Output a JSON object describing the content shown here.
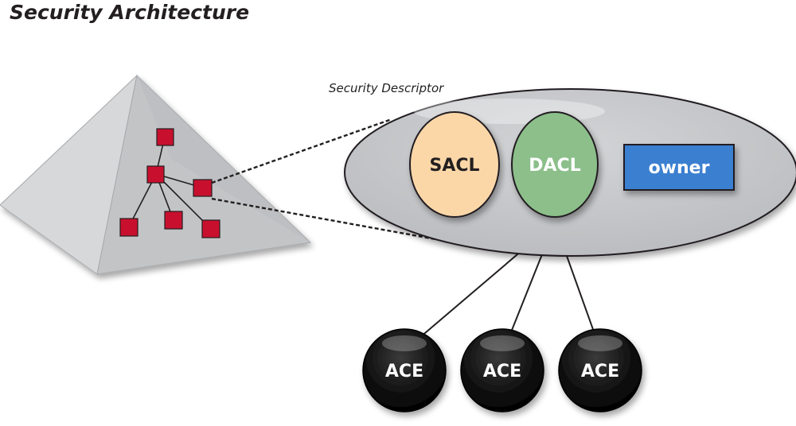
{
  "title": "Security Architecture",
  "descriptor": {
    "caption": "Security Descriptor",
    "sacl_label": "SACL",
    "dacl_label": "DACL",
    "owner_label": "owner"
  },
  "aces": [
    {
      "label": "ACE"
    },
    {
      "label": "ACE"
    },
    {
      "label": "ACE"
    }
  ],
  "colors": {
    "pyramid_light": "#d7d8da",
    "pyramid_mid": "#bcbec0",
    "pyramid_dark": "#a7a9ac",
    "node_red": "#c8102e",
    "descriptor_fill": "#c4c6c8",
    "sacl_fill": "#fbd7a8",
    "dacl_fill": "#8cbf8a",
    "owner_fill": "#3b7fd0",
    "ace_fill": "#111111",
    "text_dark": "#231f20",
    "text_light": "#ffffff"
  },
  "icons": {
    "pyramid": "pyramid-icon",
    "tree_node": "square-node-icon",
    "ace": "ace-sphere-icon"
  }
}
